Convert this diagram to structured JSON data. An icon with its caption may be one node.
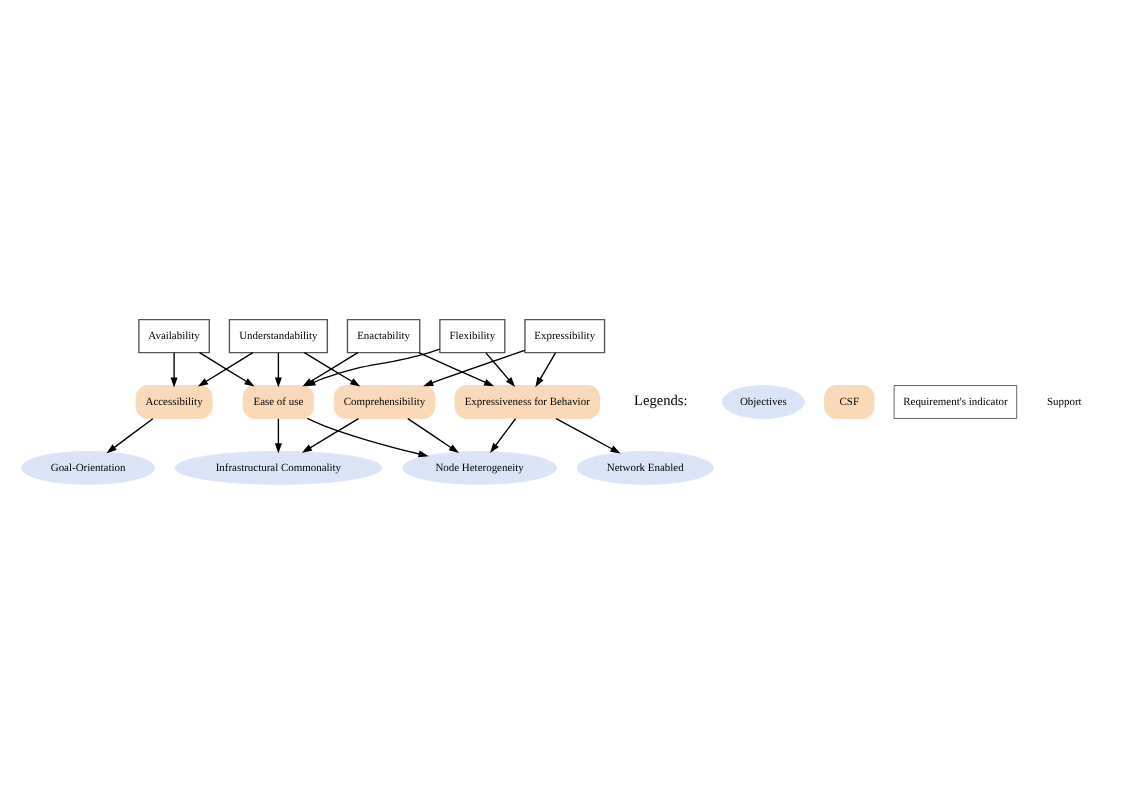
{
  "diagram": {
    "nodes": [
      {
        "text": [
          "Understandability"
        ]
      },
      {
        "text": [
          "Availability"
        ]
      },
      {
        "text": [
          "Flexibility"
        ]
      },
      {
        "text": [
          "Accessibility"
        ]
      },
      {
        "text": [
          "Ease of use"
        ]
      },
      {
        "text": [
          "Infrastructural Commonality"
        ]
      },
      {
        "text": [
          "Goal-Orientation"
        ]
      },
      {
        "text": [
          "Node Heterogeneity"
        ]
      },
      {
        "text": [
          "Enactability"
        ]
      },
      {
        "text": [
          "Comprehensibility"
        ]
      },
      {
        "text": [
          "Network Enabled"
        ]
      },
      {
        "text": [
          "Expressiveness for Behavior"
        ]
      },
      {
        "text": [
          "Expressibility"
        ]
      }
    ],
    "edges": [
      {
        "from": 0,
        "to": 3,
        "arrow": "to"
      },
      {
        "from": 0,
        "to": 4,
        "arrow": "to"
      },
      {
        "from": 0,
        "to": 9,
        "arrow": "to"
      },
      {
        "from": 1,
        "to": 3,
        "arrow": "to"
      },
      {
        "from": 1,
        "to": 4,
        "arrow": "to"
      },
      {
        "from": 2,
        "to": 4,
        "arrow": "to"
      },
      {
        "from": 2,
        "to": 11,
        "arrow": "to"
      },
      {
        "from": 8,
        "to": 4,
        "arrow": "to"
      },
      {
        "from": 8,
        "to": 11,
        "arrow": "to"
      },
      {
        "from": 3,
        "to": 6,
        "arrow": "to"
      },
      {
        "from": 4,
        "to": 5,
        "arrow": "to"
      },
      {
        "from": 4,
        "to": 7,
        "arrow": "to"
      },
      {
        "from": 9,
        "to": 5,
        "arrow": "to"
      },
      {
        "from": 9,
        "to": 7,
        "arrow": "to"
      },
      {
        "from": 11,
        "to": 7,
        "arrow": "to"
      },
      {
        "from": 11,
        "to": 10,
        "arrow": "to"
      },
      {
        "from": 12,
        "to": 9,
        "arrow": "to"
      },
      {
        "from": 12,
        "to": 11,
        "arrow": "to"
      }
    ],
    "labels": [
      "Legends:"
    ],
    "legend": [
      {
        "text": "Objectives",
        "color": "#dbe4f7"
      },
      {
        "text": "CSF",
        "color": "#f9d9b8"
      },
      {
        "text": "Requirement's indicator",
        "color": "#ffffff"
      },
      {
        "text": "Support"
      }
    ]
  }
}
